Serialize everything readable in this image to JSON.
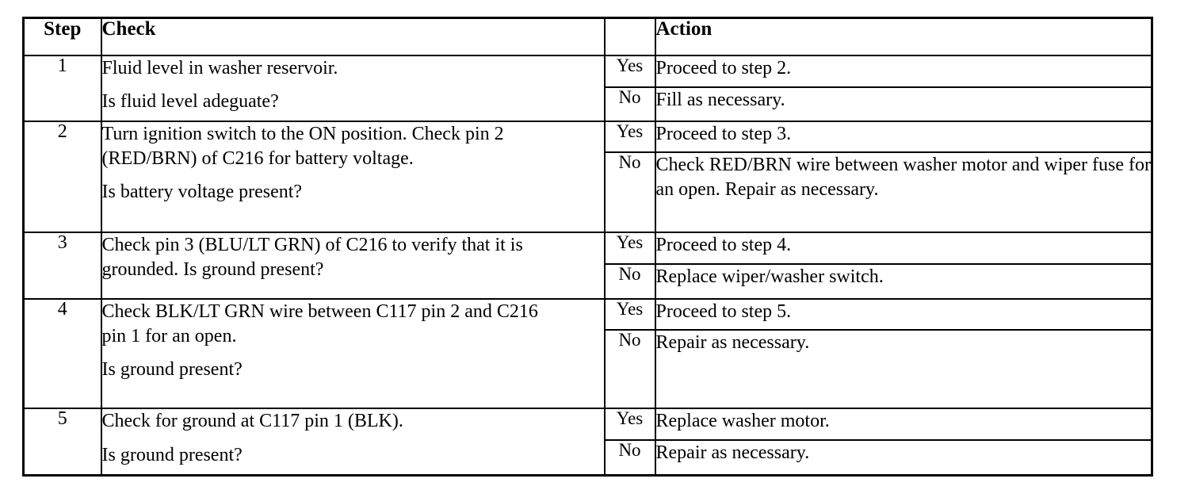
{
  "document": {
    "kind": "diagnostic-troubleshooting-table",
    "columns": [
      "Step",
      "Check",
      "",
      "Action"
    ],
    "headers": {
      "step": "Step",
      "check": "Check",
      "yesno": "",
      "action": "Action"
    },
    "colors": {
      "border": "#000000",
      "background": "#ffffff",
      "text": "#000000"
    },
    "rows": [
      {
        "step": "1",
        "check_lines": [
          "Fluid level in washer reservoir.",
          "Is fluid level adeguate?"
        ],
        "branches": [
          {
            "label": "Yes",
            "action_lines": [
              "Proceed to step 2."
            ]
          },
          {
            "label": "No",
            "action_lines": [
              "Fill as necessary."
            ]
          }
        ]
      },
      {
        "step": "2",
        "check_lines": [
          "Turn ignition switch to the ON position.  Check pin 2 (RED/BRN) of C216 for battery voltage.",
          "Is battery voltage present?"
        ],
        "branches": [
          {
            "label": "Yes",
            "action_lines": [
              "Proceed to step 3."
            ]
          },
          {
            "label": "No",
            "action_lines": [
              "Check RED/BRN wire between washer motor and wiper fuse for an open.  Repair as necessary."
            ]
          }
        ]
      },
      {
        "step": "3",
        "check_lines": [
          "Check pin 3 (BLU/LT GRN) of C216 to verify that it is grounded. Is ground present?"
        ],
        "branches": [
          {
            "label": "Yes",
            "action_lines": [
              "Proceed to step 4."
            ]
          },
          {
            "label": "No",
            "action_lines": [
              "Replace wiper/washer switch."
            ]
          }
        ]
      },
      {
        "step": "4",
        "check_lines": [
          "Check BLK/LT GRN wire between C117 pin 2  and C216",
          "pin 1 for an open.",
          "Is ground present?"
        ],
        "branches": [
          {
            "label": "Yes",
            "action_lines": [
              "Proceed to step 5."
            ]
          },
          {
            "label": "No",
            "action_lines": [
              "Repair as necessary."
            ]
          }
        ]
      },
      {
        "step": "5",
        "check_lines": [
          "Check for ground at C117 pin 1 (BLK).",
          "Is ground present?"
        ],
        "branches": [
          {
            "label": "Yes",
            "action_lines": [
              "Replace washer motor."
            ]
          },
          {
            "label": "No",
            "action_lines": [
              "Repair as necessary."
            ]
          }
        ]
      }
    ]
  }
}
